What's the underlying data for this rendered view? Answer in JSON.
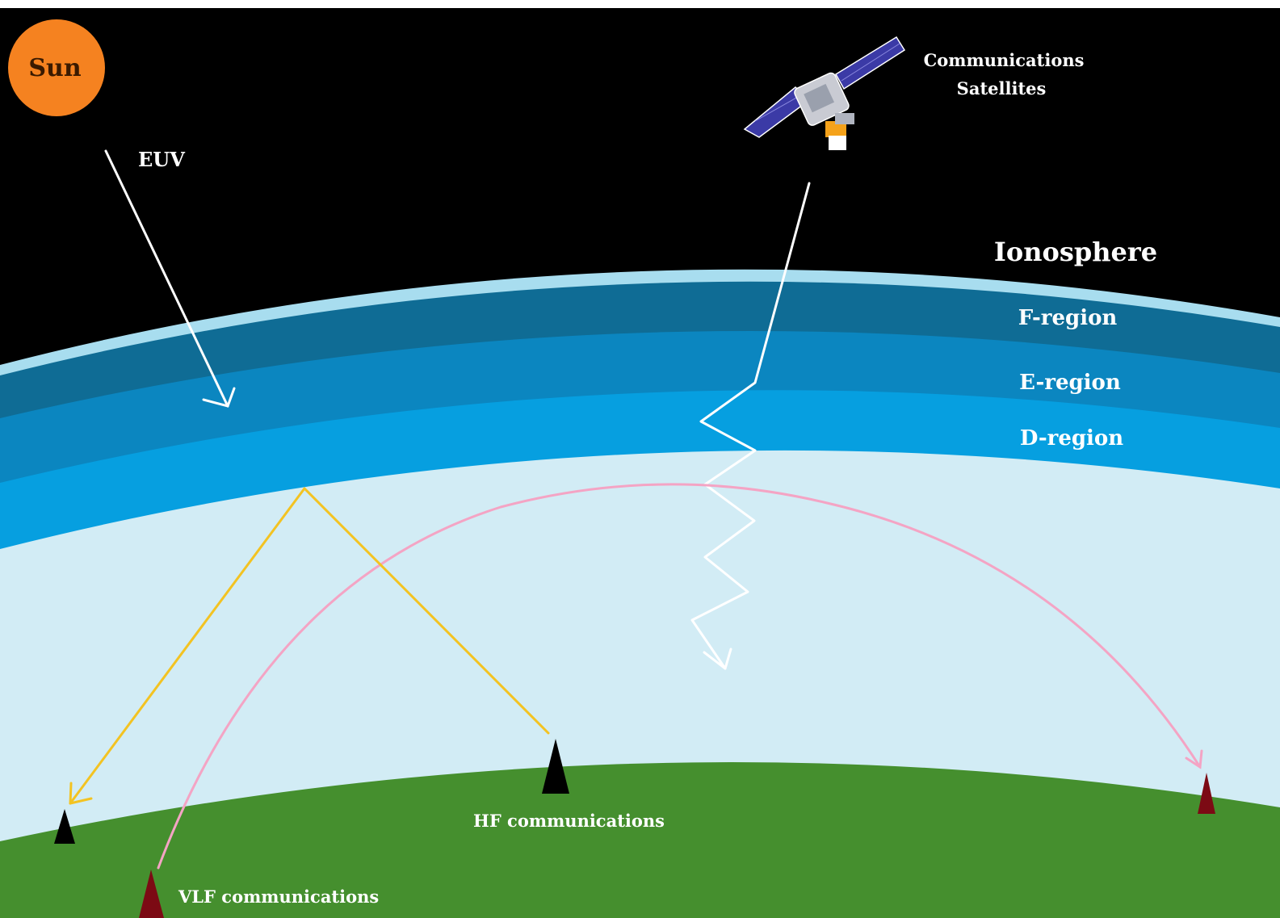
{
  "labels": {
    "sun": "Sun",
    "euv": "EUV",
    "satellites_line1": "Communications",
    "satellites_line2": "Satellites",
    "ionosphere": "Ionosphere",
    "f_region": "F-region",
    "e_region": "E-region",
    "d_region": "D-region",
    "hf": "HF communications",
    "vlf": "VLF communications"
  },
  "colors": {
    "space": "#000000",
    "f_layer": "#0f6c95",
    "e_layer": "#0b86c0",
    "d_layer": "#069fe0",
    "ionosphere_rim": "#a8ddef",
    "lower_atmosphere": "#d2ecf5",
    "ground": "#458f2e",
    "sun": "#f58220",
    "hf_path": "#f3c322",
    "vlf_path": "#f4a4c4",
    "satellite_signal": "#ffffff",
    "hf_antenna": "#000000",
    "vlf_antenna": "#7c0a14"
  },
  "icons": [
    "sun-icon",
    "satellite-icon",
    "hf-antenna-icon",
    "vlf-antenna-icon"
  ]
}
